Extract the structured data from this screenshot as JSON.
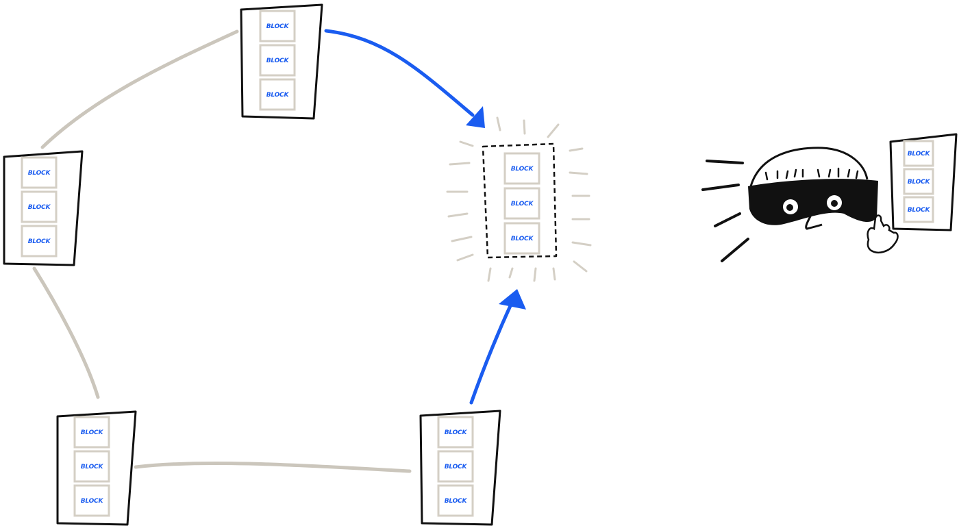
{
  "diagram": {
    "block_label": "BLOCK",
    "colors": {
      "ink": "#111111",
      "connection": "#cbc6bc",
      "block_border": "#d4cfc5",
      "block_text": "#1a5cf0",
      "arrow": "#1a5cf0",
      "glow": "#d4cfc5",
      "mask": "#111111"
    },
    "nodes": [
      {
        "id": "top",
        "blocks": [
          "BLOCK",
          "BLOCK",
          "BLOCK"
        ]
      },
      {
        "id": "left",
        "blocks": [
          "BLOCK",
          "BLOCK",
          "BLOCK"
        ]
      },
      {
        "id": "bottom-left",
        "blocks": [
          "BLOCK",
          "BLOCK",
          "BLOCK"
        ]
      },
      {
        "id": "bottom-right",
        "blocks": [
          "BLOCK",
          "BLOCK",
          "BLOCK"
        ]
      },
      {
        "id": "candidate",
        "blocks": [
          "BLOCK",
          "BLOCK",
          "BLOCK"
        ],
        "dashed": true
      },
      {
        "id": "thief-copy",
        "blocks": [
          "BLOCK",
          "BLOCK",
          "BLOCK"
        ]
      }
    ],
    "connections": [
      [
        "top",
        "left"
      ],
      [
        "left",
        "bottom-left"
      ],
      [
        "bottom-left",
        "bottom-right"
      ]
    ],
    "arrows": [
      [
        "top",
        "candidate"
      ],
      [
        "bottom-right",
        "candidate"
      ]
    ],
    "figure": "masked-thief-icon"
  }
}
